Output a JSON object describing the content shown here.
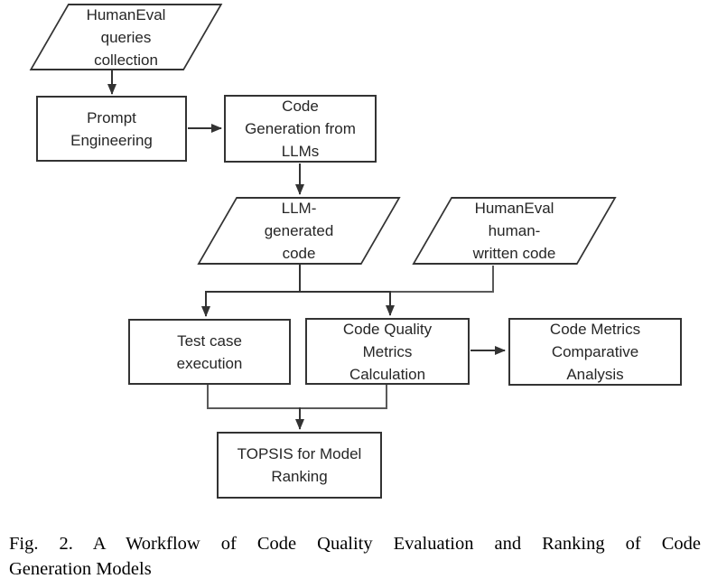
{
  "colors": {
    "line": "#333333",
    "text": "#262626",
    "connector_gray": "#595959",
    "background": "#ffffff"
  },
  "flowchart": {
    "nodes": {
      "queries_collection": {
        "shape": "parallelogram",
        "lines": [
          "HumanEval",
          "queries",
          "collection"
        ]
      },
      "prompt_engineering": {
        "shape": "rectangle",
        "lines": [
          "Prompt",
          "Engineering"
        ]
      },
      "code_generation": {
        "shape": "rectangle",
        "lines": [
          "Code",
          "Generation from",
          "LLMs"
        ]
      },
      "llm_generated_code": {
        "shape": "parallelogram",
        "lines": [
          "LLM-",
          "generated",
          "code"
        ]
      },
      "human_written_code": {
        "shape": "parallelogram",
        "lines": [
          "HumanEval",
          "human-",
          "written code"
        ]
      },
      "test_case_execution": {
        "shape": "rectangle",
        "lines": [
          "Test case",
          "execution"
        ]
      },
      "code_quality_metrics": {
        "shape": "rectangle",
        "lines": [
          "Code Quality",
          "Metrics",
          "Calculation"
        ]
      },
      "code_metrics_analysis": {
        "shape": "rectangle",
        "lines": [
          "Code Metrics",
          "Comparative",
          "Analysis"
        ]
      },
      "topsis_ranking": {
        "shape": "rectangle",
        "lines": [
          "TOPSIS for Model",
          "Ranking"
        ]
      }
    }
  },
  "caption": {
    "line1": "Fig. 2. A Workflow of Code Quality Evaluation and Ranking of Code",
    "line2": "Generation Models"
  }
}
